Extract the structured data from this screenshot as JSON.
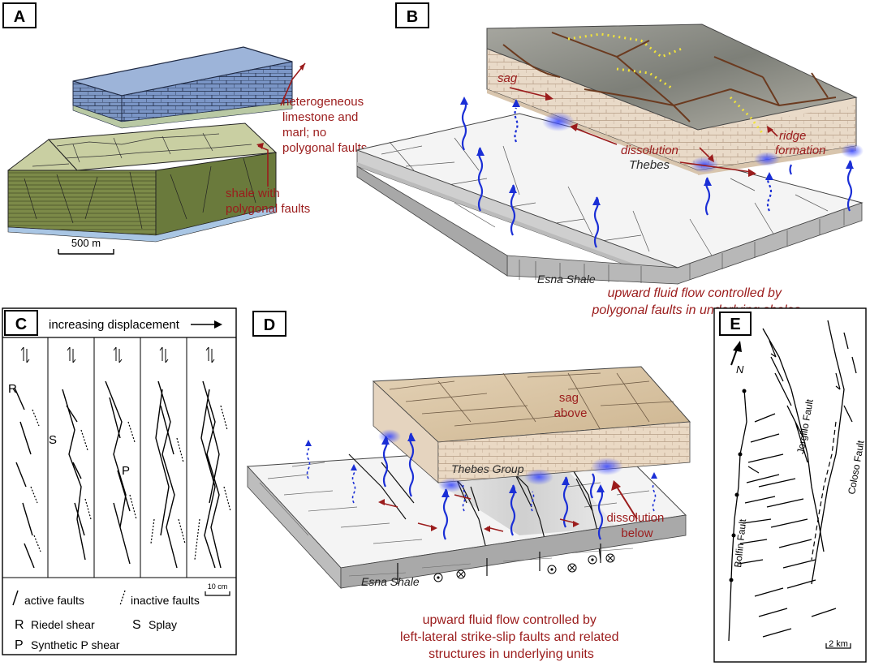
{
  "panels": {
    "a": {
      "label": "A",
      "annotation_top": [
        "heterogeneous",
        "limestone and",
        "marl; no",
        "polygonal faults"
      ],
      "annotation_bottom": [
        "shale with",
        "polygonal faults"
      ],
      "scale": "500 m"
    },
    "b": {
      "label": "B",
      "sag": "sag",
      "dissolution": "dissolution",
      "thebes": "Thebes",
      "ridge": [
        "ridge",
        "formation"
      ],
      "esna": "Esna Shale",
      "caption": [
        "upward fluid flow controlled by",
        "polygonal faults in underlying shales"
      ]
    },
    "c": {
      "label": "C",
      "header": "increasing displacement",
      "r": "R",
      "s": "S",
      "p": "P",
      "scale": "10 cm",
      "legend": {
        "active": "active faults",
        "inactive": "inactive faults",
        "r_key": "R",
        "r_text": "Riedel shear",
        "s_key": "S",
        "s_text": "Splay",
        "p_key": "P",
        "p_text": "Synthetic P shear"
      }
    },
    "d": {
      "label": "D",
      "sag": [
        "sag",
        "above"
      ],
      "thebes": "Thebes Group",
      "dissolution": [
        "dissolution",
        "below"
      ],
      "esna": "Esna Shale",
      "caption": [
        "upward fluid flow controlled by",
        "left-lateral strike-slip faults and related",
        "structures in underlying units"
      ]
    },
    "e": {
      "label": "E",
      "north": "N",
      "jorgillo": "Jorgillo Fault",
      "coloso": "Coloso Fault",
      "bolfin": "Bolfin Fault",
      "scale": "2 km"
    }
  },
  "colors": {
    "red": "#9b1c1c",
    "blue": "#1b2fd6",
    "limestone": "#8aa7cf",
    "shale": "#7c8a48"
  }
}
